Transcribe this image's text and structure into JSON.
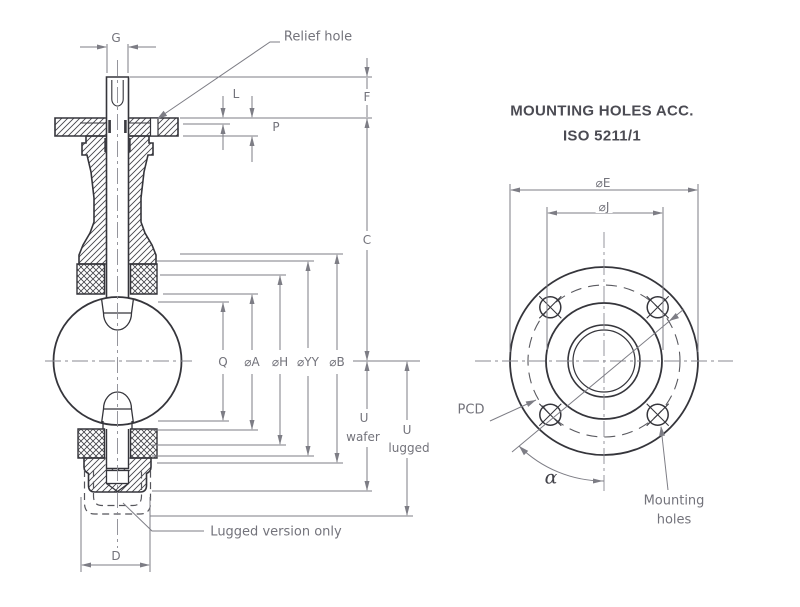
{
  "drawing": {
    "background": "#ffffff",
    "line_color_dark": "#35353b",
    "line_color_dim": "#7d7d85",
    "title_color": "#4b4b53",
    "section_view": {
      "dim_labels": {
        "g": "G",
        "l": "L",
        "p": "P",
        "f": "F",
        "c": "C",
        "q": "Q",
        "dia_a": "⌀A",
        "dia_h": "⌀H",
        "dia_yy": "⌀YY",
        "dia_b": "⌀B",
        "d": "D"
      },
      "u_wafer": {
        "line1": "U",
        "line2": "wafer"
      },
      "u_lugged": {
        "line1": "U",
        "line2": "lugged"
      },
      "notes": {
        "relief_hole": "Relief hole",
        "lugged_version": "Lugged version only"
      }
    },
    "flange_view": {
      "title_line1": "MOUNTING HOLES ACC.",
      "title_line2": "ISO 5211/1",
      "dim_labels": {
        "dia_e": "⌀E",
        "dia_j": "⌀J",
        "alpha": "α"
      },
      "notes": {
        "pcd": "PCD",
        "mounting_holes_line1": "Mounting",
        "mounting_holes_line2": "holes"
      }
    }
  }
}
